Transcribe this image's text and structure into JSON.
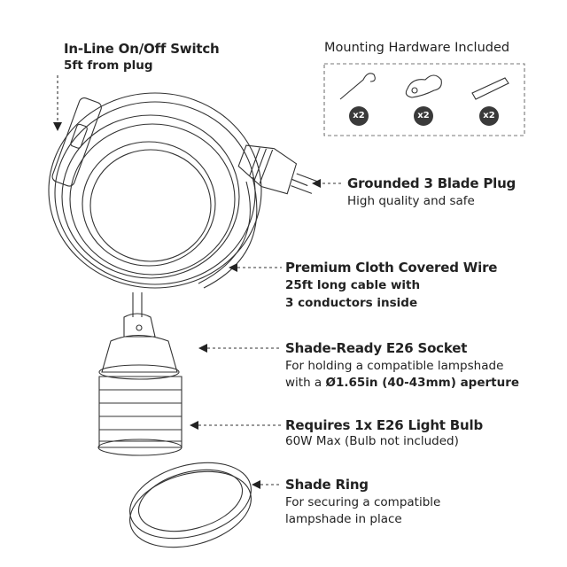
{
  "switch": {
    "title": "In-Line On/Off Switch",
    "subtitle": "5ft from plug"
  },
  "hardware": {
    "title": "Mounting Hardware Included",
    "items": [
      {
        "icon": "hook-screw-icon",
        "qty": "x2"
      },
      {
        "icon": "swag-hook-icon",
        "qty": "x2"
      },
      {
        "icon": "wall-anchor-icon",
        "qty": "x2"
      }
    ]
  },
  "plug": {
    "title": "Grounded 3 Blade Plug",
    "subtitle": "High quality and safe"
  },
  "wire": {
    "title": "Premium Cloth Covered Wire",
    "line1": "25ft long cable with",
    "line2": "3 conductors inside"
  },
  "socket": {
    "title": "Shade-Ready E26 Socket",
    "line1": "For holding a compatible lampshade",
    "line2_prefix": "with a ",
    "line2_bold": "Ø1.65in (40-43mm) aperture"
  },
  "bulb": {
    "title": "Requires 1x E26 Light Bulb",
    "subtitle": "60W Max (Bulb not included)"
  },
  "ring": {
    "title": "Shade Ring",
    "line1": "For securing a compatible",
    "line2": "lampshade in place"
  },
  "colors": {
    "text": "#222222",
    "line": "#333333",
    "badge": "#3a3a3a"
  }
}
